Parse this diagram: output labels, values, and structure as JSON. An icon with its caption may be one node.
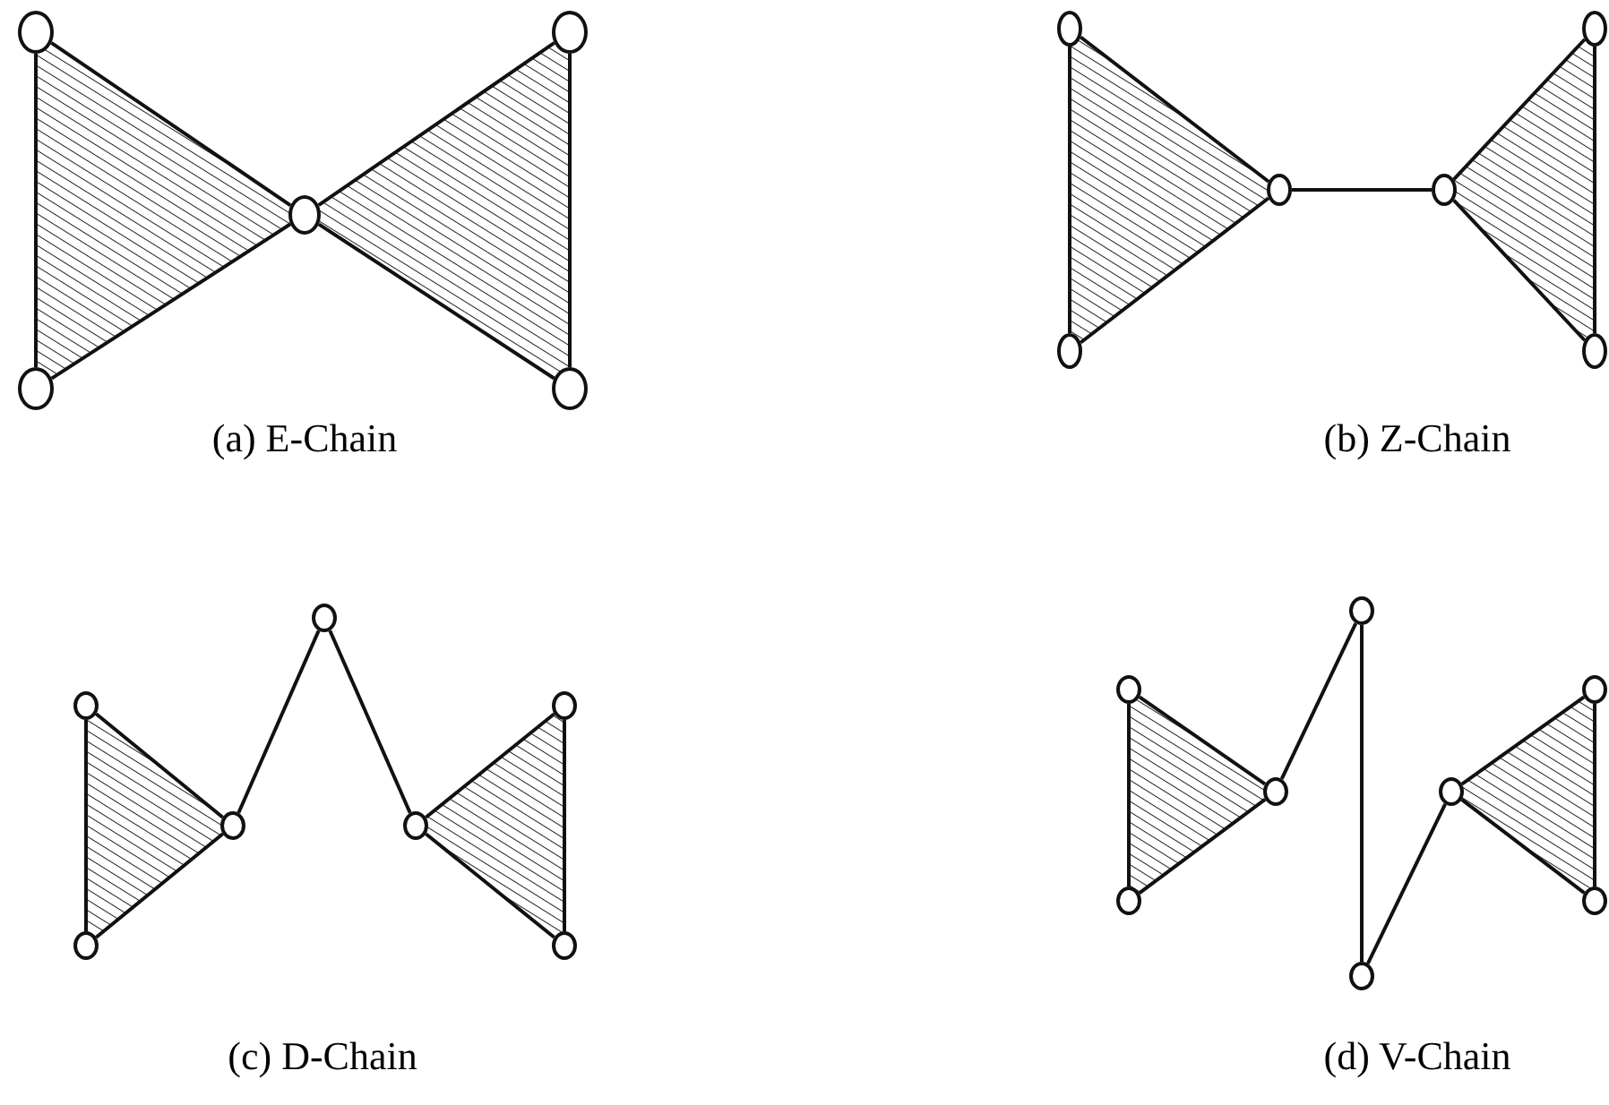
{
  "diagram": {
    "nodes": [
      {
        "text": [],
        "shape": "circle"
      },
      {
        "text": [],
        "shape": "circle"
      },
      {
        "text": [],
        "shape": "circle"
      },
      {
        "text": [],
        "shape": "circle"
      },
      {
        "text": [],
        "shape": "circle"
      },
      {
        "text": [],
        "shape": "circle"
      },
      {
        "text": [],
        "shape": "circle"
      },
      {
        "text": [],
        "shape": "circle"
      },
      {
        "text": [],
        "shape": "circle"
      },
      {
        "text": [],
        "shape": "circle"
      },
      {
        "text": [],
        "shape": "circle"
      },
      {
        "text": [],
        "shape": "circle"
      },
      {
        "text": [],
        "shape": "circle"
      },
      {
        "text": [],
        "shape": "circle"
      },
      {
        "text": [],
        "shape": "circle"
      },
      {
        "text": [],
        "shape": "circle"
      },
      {
        "text": [],
        "shape": "circle"
      },
      {
        "text": [],
        "shape": "circle"
      },
      {
        "text": [],
        "shape": "circle"
      },
      {
        "text": [],
        "shape": "circle"
      },
      {
        "text": [],
        "shape": "circle"
      },
      {
        "text": [],
        "shape": "circle"
      },
      {
        "text": [],
        "shape": "circle"
      },
      {
        "text": [],
        "shape": "circle"
      },
      {
        "text": [],
        "shape": "circle"
      },
      {
        "text": [],
        "shape": "circle"
      }
    ],
    "edges": [
      {
        "from": 0,
        "to": 3,
        "arrow": "none"
      },
      {
        "from": 0,
        "to": 2,
        "arrow": "none"
      },
      {
        "from": 3,
        "to": 2,
        "arrow": "none"
      },
      {
        "from": 1,
        "to": 4,
        "arrow": "none"
      },
      {
        "from": 1,
        "to": 2,
        "arrow": "none"
      },
      {
        "from": 4,
        "to": 2,
        "arrow": "none"
      },
      {
        "from": 5,
        "to": 9,
        "arrow": "none"
      },
      {
        "from": 5,
        "to": 7,
        "arrow": "none"
      },
      {
        "from": 9,
        "to": 7,
        "arrow": "none"
      },
      {
        "from": 7,
        "to": 8,
        "arrow": "none"
      },
      {
        "from": 6,
        "to": 10,
        "arrow": "none"
      },
      {
        "from": 6,
        "to": 8,
        "arrow": "none"
      },
      {
        "from": 10,
        "to": 8,
        "arrow": "none"
      },
      {
        "from": 12,
        "to": 16,
        "arrow": "none"
      },
      {
        "from": 12,
        "to": 14,
        "arrow": "none"
      },
      {
        "from": 16,
        "to": 14,
        "arrow": "none"
      },
      {
        "from": 14,
        "to": 11,
        "arrow": "none"
      },
      {
        "from": 11,
        "to": 15,
        "arrow": "none"
      },
      {
        "from": 13,
        "to": 17,
        "arrow": "none"
      },
      {
        "from": 13,
        "to": 15,
        "arrow": "none"
      },
      {
        "from": 17,
        "to": 15,
        "arrow": "none"
      },
      {
        "from": 19,
        "to": 23,
        "arrow": "none"
      },
      {
        "from": 19,
        "to": 21,
        "arrow": "none"
      },
      {
        "from": 23,
        "to": 21,
        "arrow": "none"
      },
      {
        "from": 21,
        "to": 18,
        "arrow": "none"
      },
      {
        "from": 18,
        "to": 25,
        "arrow": "none"
      },
      {
        "from": 25,
        "to": 22,
        "arrow": "none"
      },
      {
        "from": 20,
        "to": 24,
        "arrow": "none"
      },
      {
        "from": 20,
        "to": 22,
        "arrow": "none"
      },
      {
        "from": 24,
        "to": 22,
        "arrow": "none"
      }
    ],
    "labels": [
      "(a) E-Chain",
      "(b) Z-Chain",
      "(c) D-Chain",
      "(d) V-Chain"
    ]
  }
}
